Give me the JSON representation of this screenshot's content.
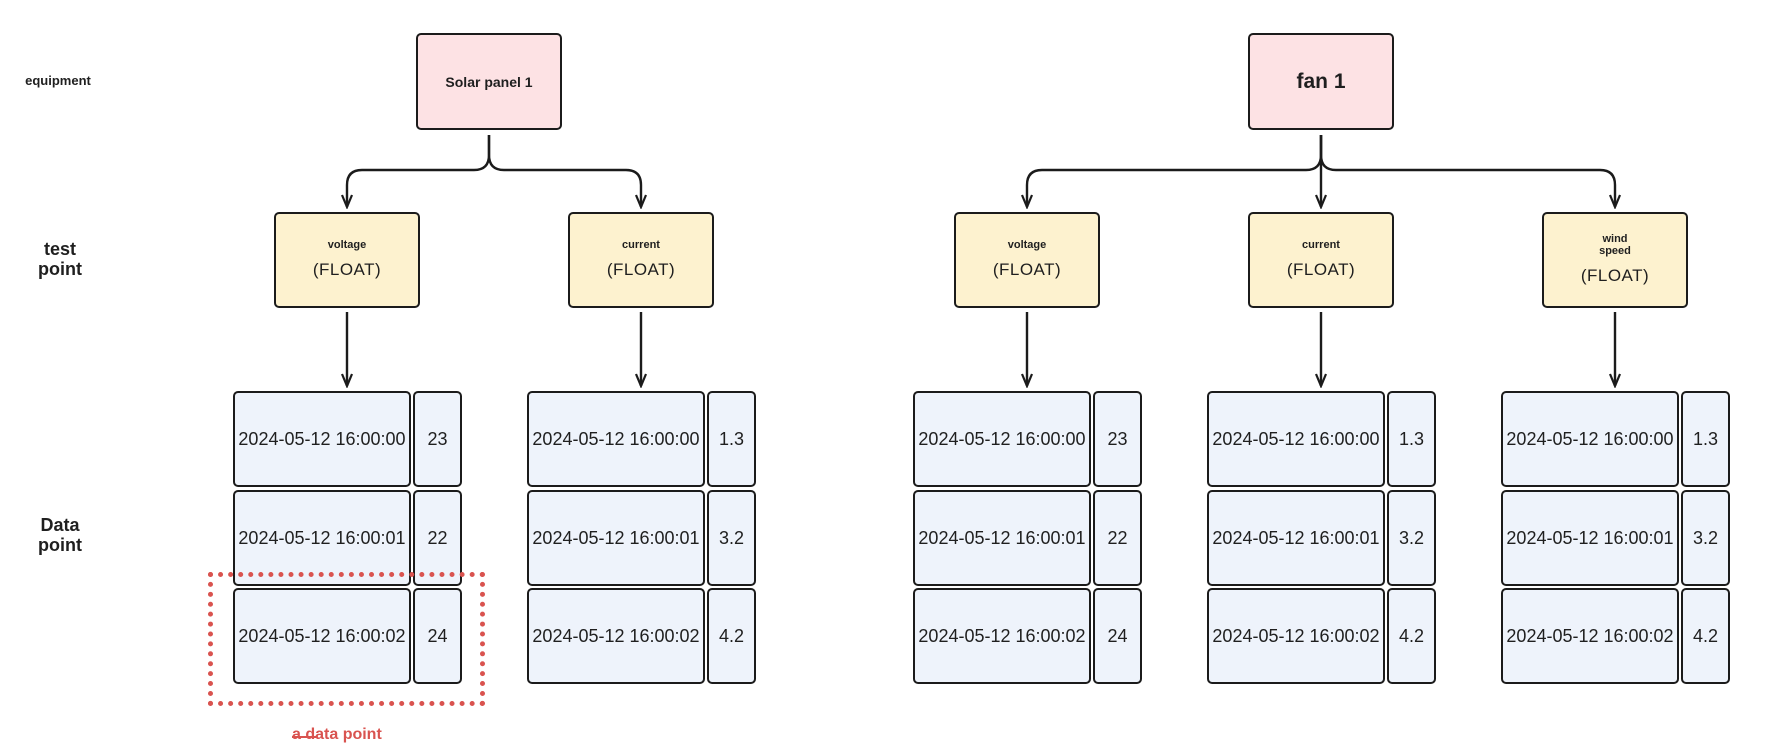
{
  "row_labels": {
    "equipment": "equipment",
    "test_point": "test point",
    "data_point": "Data point"
  },
  "devices": [
    {
      "name": "Solar panel 1",
      "points": [
        {
          "name": "voltage",
          "type": "(FLOAT)",
          "rows": [
            [
              "2024-05-12 16:00:00",
              "23"
            ],
            [
              "2024-05-12 16:00:01",
              "22"
            ],
            [
              "2024-05-12 16:00:02",
              "24"
            ]
          ]
        },
        {
          "name": "current",
          "type": "(FLOAT)",
          "rows": [
            [
              "2024-05-12 16:00:00",
              "1.3"
            ],
            [
              "2024-05-12 16:00:01",
              "3.2"
            ],
            [
              "2024-05-12 16:00:02",
              "4.2"
            ]
          ]
        }
      ]
    },
    {
      "name": "fan 1",
      "points": [
        {
          "name": "voltage",
          "type": "(FLOAT)",
          "rows": [
            [
              "2024-05-12 16:00:00",
              "23"
            ],
            [
              "2024-05-12 16:00:01",
              "22"
            ],
            [
              "2024-05-12 16:00:02",
              "24"
            ]
          ]
        },
        {
          "name": "current",
          "type": "(FLOAT)",
          "rows": [
            [
              "2024-05-12 16:00:00",
              "1.3"
            ],
            [
              "2024-05-12 16:00:01",
              "3.2"
            ],
            [
              "2024-05-12 16:00:02",
              "4.2"
            ]
          ]
        },
        {
          "name": "wind speed",
          "type": "(FLOAT)",
          "rows": [
            [
              "2024-05-12 16:00:00",
              "1.3"
            ],
            [
              "2024-05-12 16:00:01",
              "3.2"
            ],
            [
              "2024-05-12 16:00:02",
              "4.2"
            ]
          ]
        }
      ]
    }
  ],
  "highlight_label": "a data point",
  "colors": {
    "device_fill": "#fde2e4",
    "point_fill": "#fdf2cf",
    "cell_fill": "#eef3fb",
    "highlight": "#d9534f",
    "stroke": "#1b1b1b"
  }
}
